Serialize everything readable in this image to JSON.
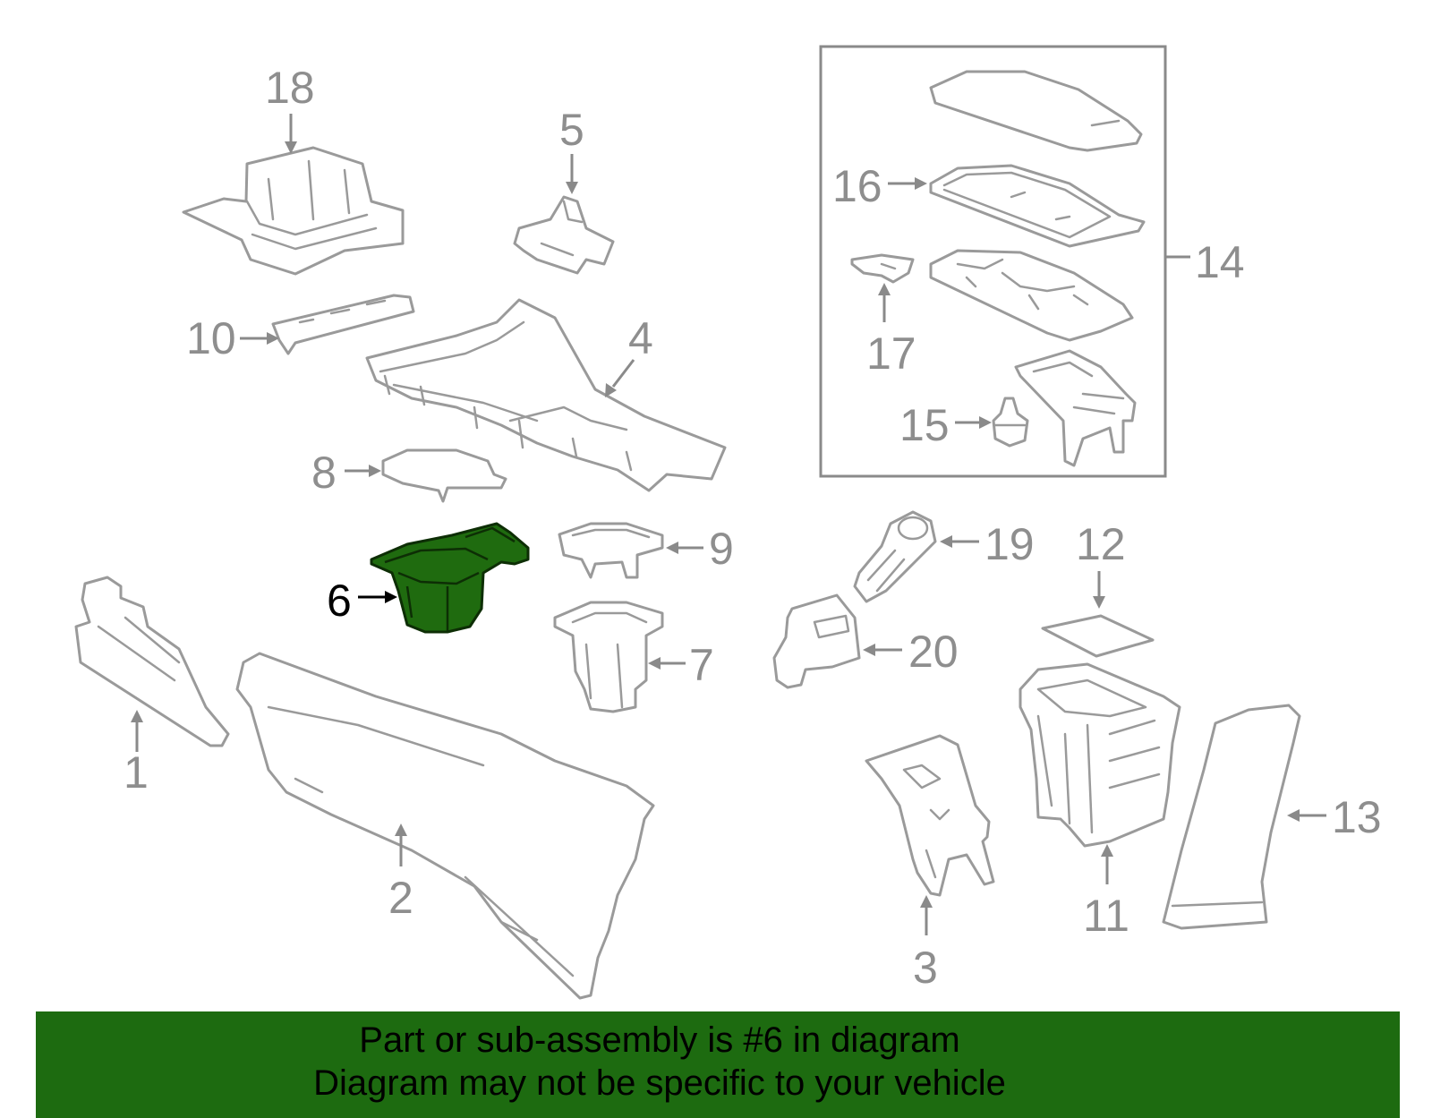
{
  "callouts": {
    "n1": "1",
    "n2": "2",
    "n3": "3",
    "n4": "4",
    "n5": "5",
    "n6": "6",
    "n7": "7",
    "n8": "8",
    "n9": "9",
    "n10": "10",
    "n11": "11",
    "n12": "12",
    "n13": "13",
    "n14": "14",
    "n15": "15",
    "n16": "16",
    "n17": "17",
    "n18": "18",
    "n19": "19",
    "n20": "20"
  },
  "highlighted_part": "6",
  "colors": {
    "highlight_fill": "#1f6b0f",
    "banner_background": "#1d6b10",
    "outline_gray": "#9a9a9a"
  },
  "banner": {
    "line1": "Part or sub-assembly is #6 in diagram",
    "line2": "Diagram may not be specific to your vehicle"
  }
}
